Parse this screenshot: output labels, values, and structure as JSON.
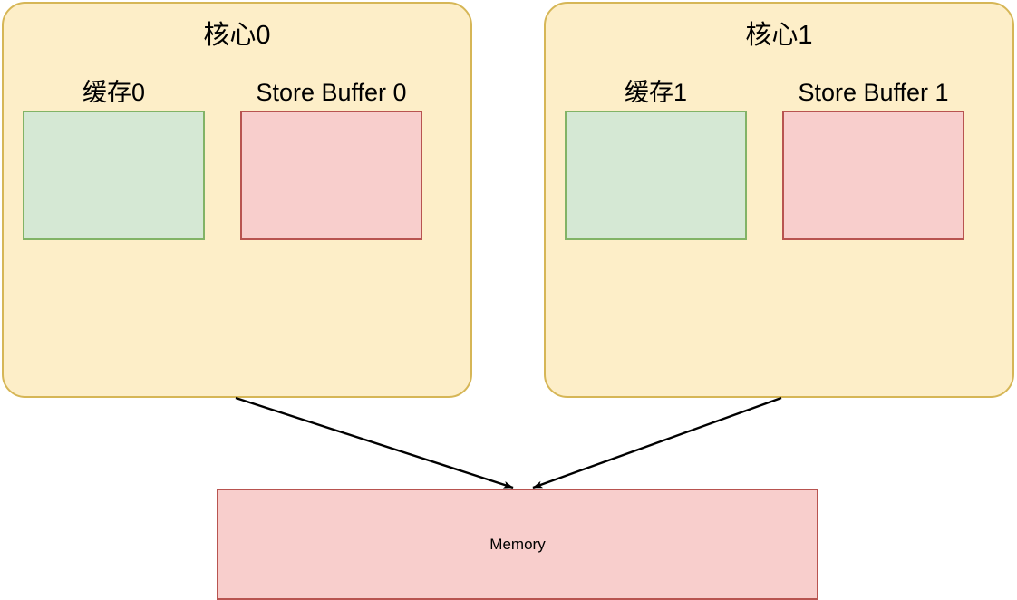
{
  "diagram": {
    "title_text_note": "",
    "background_color": "#ffffff",
    "cores": [
      {
        "id": "core-0",
        "title": "核心0",
        "fill": "#fdeec8",
        "stroke": "#d6b656",
        "cache": {
          "label": "缓存0",
          "fill": "#d5e8d4",
          "stroke": "#82b366"
        },
        "store_buffer": {
          "label": "Store Buffer 0",
          "fill": "#f8cecc",
          "stroke": "#b85450"
        }
      },
      {
        "id": "core-1",
        "title": "核心1",
        "fill": "#fdeec8",
        "stroke": "#d6b656",
        "cache": {
          "label": "缓存1",
          "fill": "#d5e8d4",
          "stroke": "#82b366"
        },
        "store_buffer": {
          "label": "Store Buffer 1",
          "fill": "#f8cecc",
          "stroke": "#b85450"
        }
      }
    ],
    "memory": {
      "label": "Memory",
      "fill": "#f8cecc",
      "stroke": "#b85450"
    },
    "connectors": [
      {
        "name": "core-0-to-memory",
        "from": "core-0",
        "to": "memory",
        "color": "#000000",
        "arrowhead": "filled-triangle"
      },
      {
        "name": "core-1-to-memory",
        "from": "core-1",
        "to": "memory",
        "color": "#000000",
        "arrowhead": "filled-triangle"
      }
    ]
  }
}
